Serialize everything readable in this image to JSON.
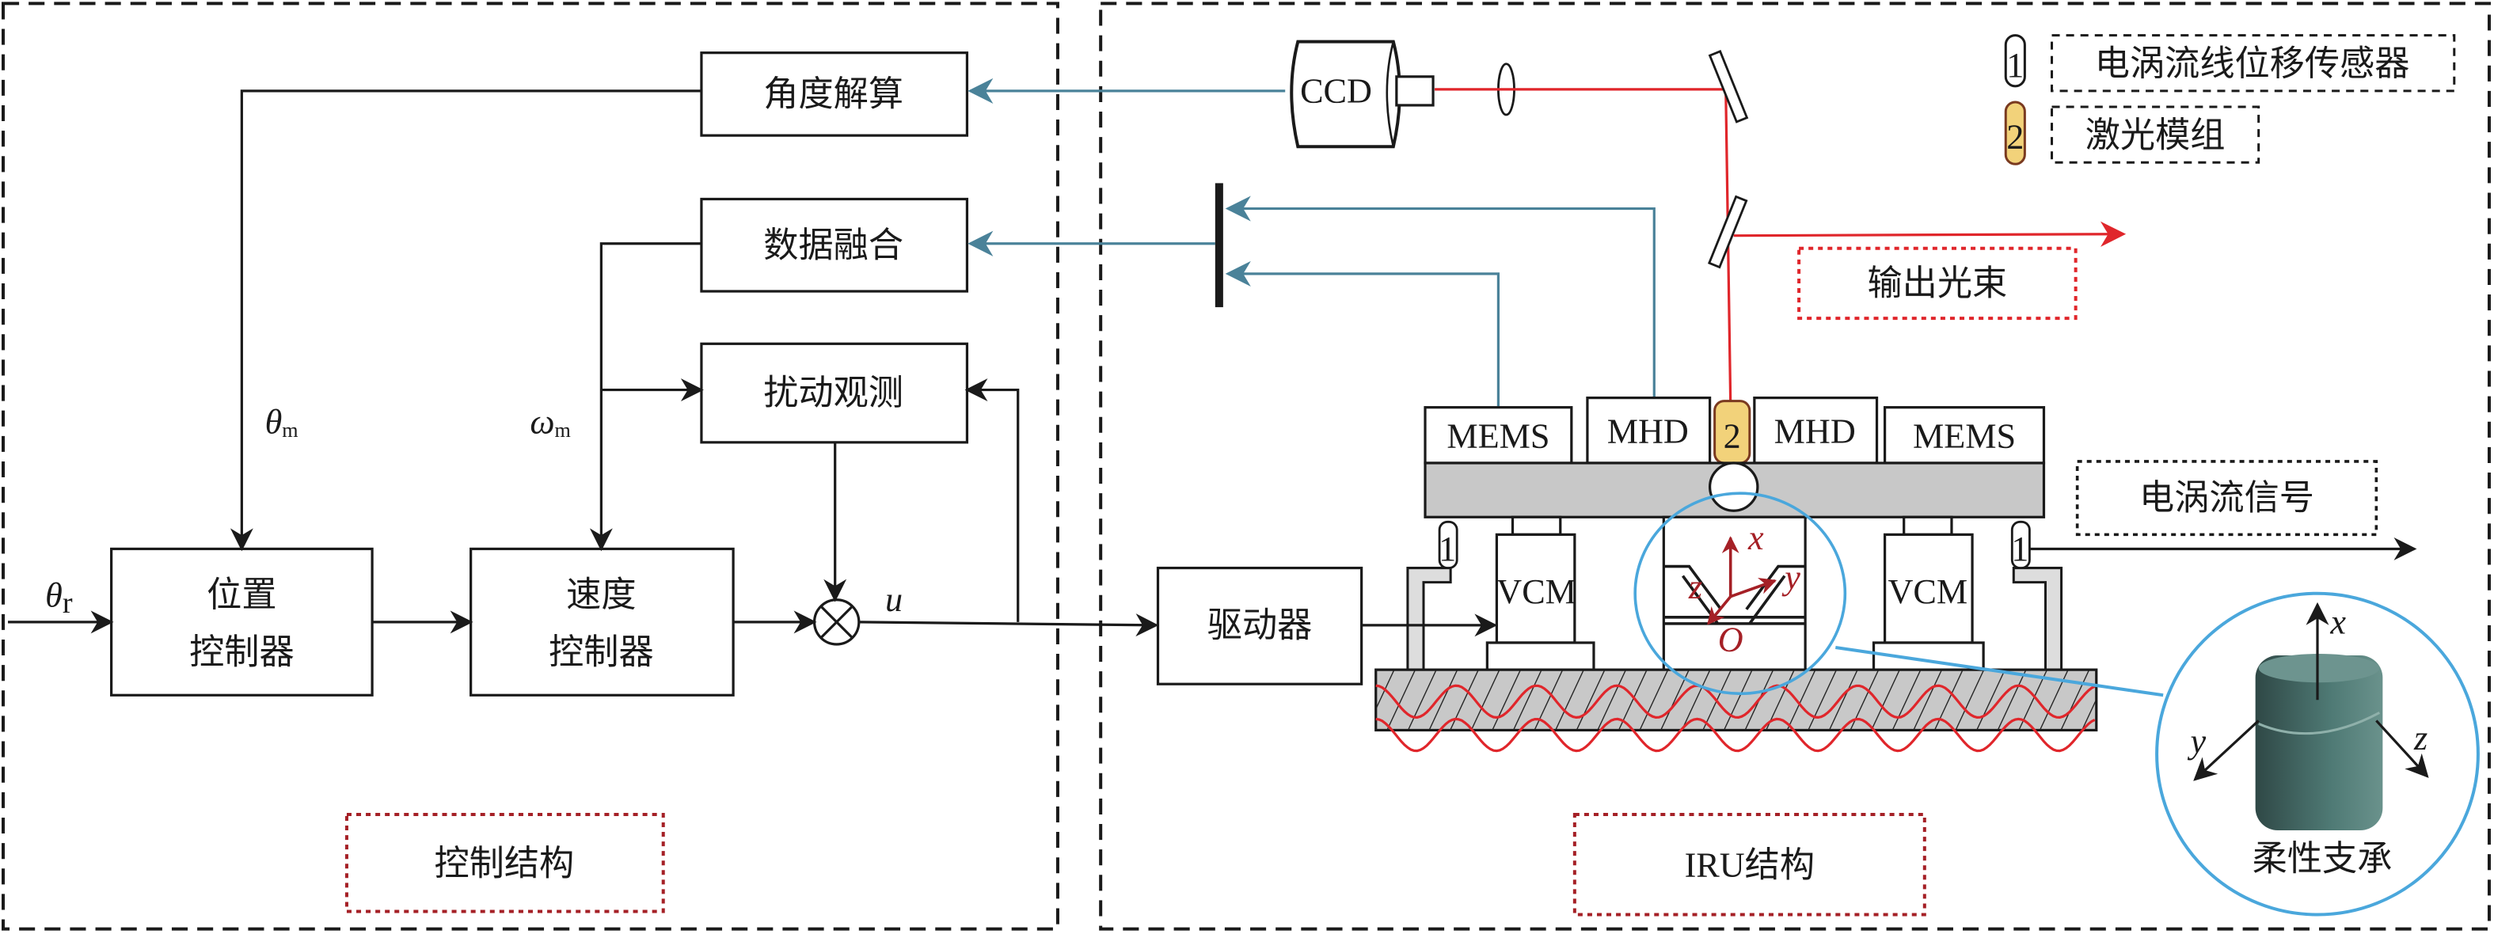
{
  "colors": {
    "signal_blue": "#4a8299",
    "laser_red": "#e0262b",
    "laser_module": "#f2d27a",
    "highlight_circle": "#4aa7dc",
    "plate_gray": "#c8c8c8"
  },
  "control": {
    "angle_calc": "角度解算",
    "data_fusion": "数据融合",
    "disturbance_obs": "扰动观测",
    "position_ctrl": [
      "位置",
      "控制器"
    ],
    "speed_ctrl": [
      "速度",
      "控制器"
    ],
    "theta_r": "θ",
    "theta_r_sub": "r",
    "theta_m": "θ",
    "theta_m_sub": "m",
    "omega_m": "ω",
    "omega_m_sub": "m",
    "u": "u",
    "section_label": "控制结构"
  },
  "iru": {
    "ccd": "CCD",
    "driver": "驱动器",
    "output_beam": "输出光束",
    "eddy_signal": "电涡流信号",
    "mems": "MEMS",
    "mhd": "MHD",
    "vcm": "VCM",
    "sensor_num": "1",
    "laser_num": "2",
    "axis_x": "x",
    "axis_y": "y",
    "axis_z": "z",
    "origin": "O",
    "flex_support": "柔性支承",
    "section_label": "IRU结构"
  },
  "legend": {
    "sensor": "电涡流线位移传感器",
    "laser": "激光模组"
  }
}
